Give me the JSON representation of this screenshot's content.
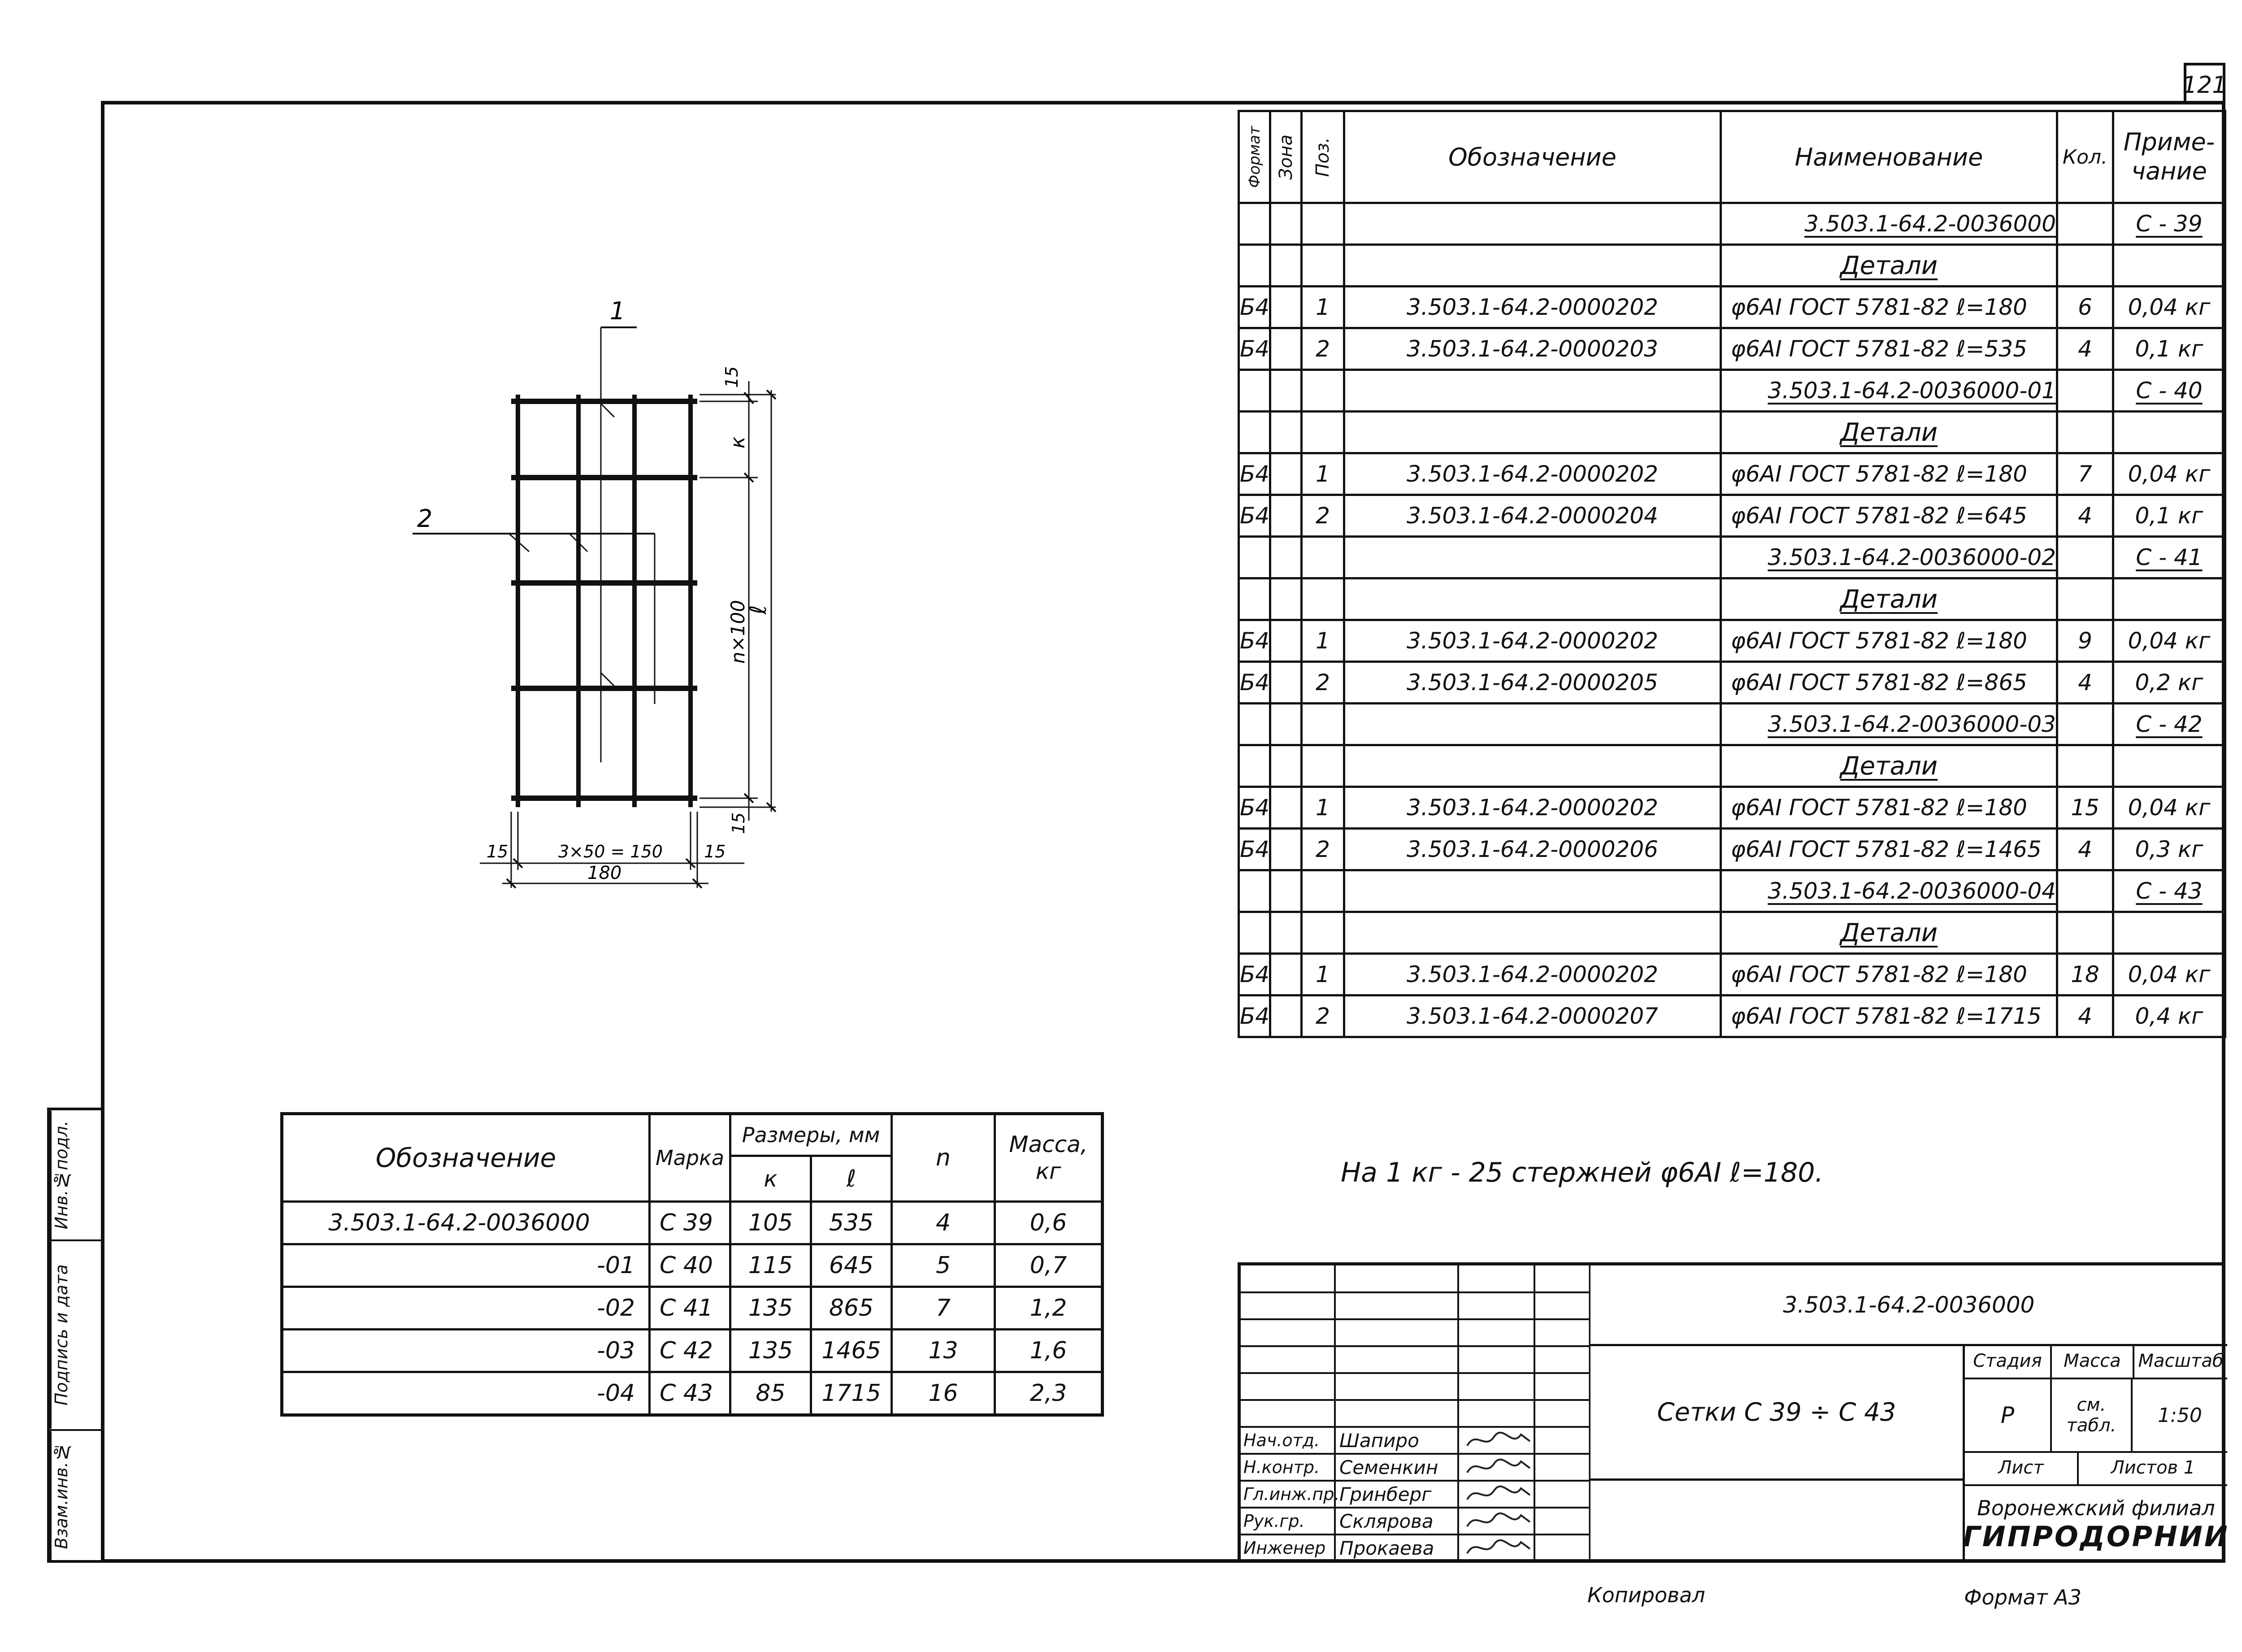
{
  "sheet_number": "121",
  "side_strip": [
    "Инв.№подл.",
    "Подпись и дата",
    "Взам.инв.№"
  ],
  "spec": {
    "headers": [
      "Формат",
      "Зона",
      "Поз.",
      "Обозначение",
      "Наименование",
      "Кол.",
      "Приме-чание"
    ],
    "rows": [
      {
        "format": "",
        "pos": "",
        "designation": "",
        "name": "3.503.1-64.2-0036000",
        "qty": "",
        "note": "С - 39",
        "kind": "doc"
      },
      {
        "format": "",
        "pos": "",
        "designation": "",
        "name": "Детали",
        "qty": "",
        "note": "",
        "kind": "section"
      },
      {
        "format": "Б4",
        "pos": "1",
        "designation": "3.503.1-64.2-0000202",
        "name": "φ6АI ГОСТ 5781-82 ℓ=180",
        "qty": "6",
        "note": "0,04 кг",
        "kind": "item"
      },
      {
        "format": "Б4",
        "pos": "2",
        "designation": "3.503.1-64.2-0000203",
        "name": "φ6АI ГОСТ 5781-82 ℓ=535",
        "qty": "4",
        "note": "0,1 кг",
        "kind": "item"
      },
      {
        "format": "",
        "pos": "",
        "designation": "",
        "name": "3.503.1-64.2-0036000-01",
        "qty": "",
        "note": "С - 40",
        "kind": "doc"
      },
      {
        "format": "",
        "pos": "",
        "designation": "",
        "name": "Детали",
        "qty": "",
        "note": "",
        "kind": "section"
      },
      {
        "format": "Б4",
        "pos": "1",
        "designation": "3.503.1-64.2-0000202",
        "name": "φ6АI ГОСТ 5781-82 ℓ=180",
        "qty": "7",
        "note": "0,04 кг",
        "kind": "item"
      },
      {
        "format": "Б4",
        "pos": "2",
        "designation": "3.503.1-64.2-0000204",
        "name": "φ6АI ГОСТ 5781-82 ℓ=645",
        "qty": "4",
        "note": "0,1 кг",
        "kind": "item"
      },
      {
        "format": "",
        "pos": "",
        "designation": "",
        "name": "3.503.1-64.2-0036000-02",
        "qty": "",
        "note": "С - 41",
        "kind": "doc"
      },
      {
        "format": "",
        "pos": "",
        "designation": "",
        "name": "Детали",
        "qty": "",
        "note": "",
        "kind": "section"
      },
      {
        "format": "Б4",
        "pos": "1",
        "designation": "3.503.1-64.2-0000202",
        "name": "φ6АI ГОСТ 5781-82 ℓ=180",
        "qty": "9",
        "note": "0,04 кг",
        "kind": "item"
      },
      {
        "format": "Б4",
        "pos": "2",
        "designation": "3.503.1-64.2-0000205",
        "name": "φ6АI ГОСТ 5781-82 ℓ=865",
        "qty": "4",
        "note": "0,2 кг",
        "kind": "item"
      },
      {
        "format": "",
        "pos": "",
        "designation": "",
        "name": "3.503.1-64.2-0036000-03",
        "qty": "",
        "note": "С - 42",
        "kind": "doc"
      },
      {
        "format": "",
        "pos": "",
        "designation": "",
        "name": "Детали",
        "qty": "",
        "note": "",
        "kind": "section"
      },
      {
        "format": "Б4",
        "pos": "1",
        "designation": "3.503.1-64.2-0000202",
        "name": "φ6АI ГОСТ 5781-82 ℓ=180",
        "qty": "15",
        "note": "0,04 кг",
        "kind": "item"
      },
      {
        "format": "Б4",
        "pos": "2",
        "designation": "3.503.1-64.2-0000206",
        "name": "φ6АI ГОСТ 5781-82 ℓ=1465",
        "qty": "4",
        "note": "0,3 кг",
        "kind": "item"
      },
      {
        "format": "",
        "pos": "",
        "designation": "",
        "name": "3.503.1-64.2-0036000-04",
        "qty": "",
        "note": "С - 43",
        "kind": "doc"
      },
      {
        "format": "",
        "pos": "",
        "designation": "",
        "name": "Детали",
        "qty": "",
        "note": "",
        "kind": "section"
      },
      {
        "format": "Б4",
        "pos": "1",
        "designation": "3.503.1-64.2-0000202",
        "name": "φ6АI ГОСТ 5781-82 ℓ=180",
        "qty": "18",
        "note": "0,04 кг",
        "kind": "item"
      },
      {
        "format": "Б4",
        "pos": "2",
        "designation": "3.503.1-64.2-0000207",
        "name": "φ6АI ГОСТ 5781-82 ℓ=1715",
        "qty": "4",
        "note": "0,4 кг",
        "kind": "item"
      }
    ]
  },
  "drawing": {
    "callout_1": "1",
    "callout_2": "2",
    "dim_15_top": "15",
    "dim_k": "к",
    "dim_n100": "n×100",
    "dim_l": "ℓ",
    "dim_15_bottom": "15",
    "dim_15_left": "15",
    "dim_3x50": "3×50 = 150",
    "dim_15_right": "15",
    "dim_180": "180"
  },
  "note": "На 1 кг - 25 стержней φ6АI ℓ=180.",
  "summary": {
    "headers": {
      "designation": "Обозначение",
      "mark": "Марка",
      "sizes": "Размеры, мм",
      "k": "к",
      "l": "ℓ",
      "n": "n",
      "mass": "Масса, кг"
    },
    "rows": [
      {
        "designation": "3.503.1-64.2-0036000",
        "mark": "С 39",
        "k": "105",
        "l": "535",
        "n": "4",
        "mass": "0,6"
      },
      {
        "designation": "-01",
        "mark": "С 40",
        "k": "115",
        "l": "645",
        "n": "5",
        "mass": "0,7"
      },
      {
        "designation": "-02",
        "mark": "С 41",
        "k": "135",
        "l": "865",
        "n": "7",
        "mass": "1,2"
      },
      {
        "designation": "-03",
        "mark": "С 42",
        "k": "135",
        "l": "1465",
        "n": "13",
        "mass": "1,6"
      },
      {
        "designation": "-04",
        "mark": "С 43",
        "k": "85",
        "l": "1715",
        "n": "16",
        "mass": "2,3"
      }
    ]
  },
  "title_block": {
    "doc_number": "3.503.1-64.2-0036000",
    "title": "Сетки С 39 ÷ С 43",
    "stage_label": "Стадия",
    "mass_label": "Масса",
    "scale_label": "Масштаб",
    "stage": "Р",
    "mass": "см. табл.",
    "scale": "1:50",
    "sheet_label": "Лист",
    "sheets_label": "Листов 1",
    "org_line1": "Воронежский филиал",
    "org_line2": "ГИПРОДОРНИИ",
    "people": [
      {
        "role": "Нач.отд.",
        "name": "Шапиро"
      },
      {
        "role": "Н.контр.",
        "name": "Семенкин"
      },
      {
        "role": "Гл.инж.пр.",
        "name": "Гринберг"
      },
      {
        "role": "Рук.гр.",
        "name": "Склярова"
      },
      {
        "role": "Инженер",
        "name": "Прокаева"
      }
    ]
  },
  "footer": {
    "copied": "Копировал",
    "format": "Формат А3"
  }
}
